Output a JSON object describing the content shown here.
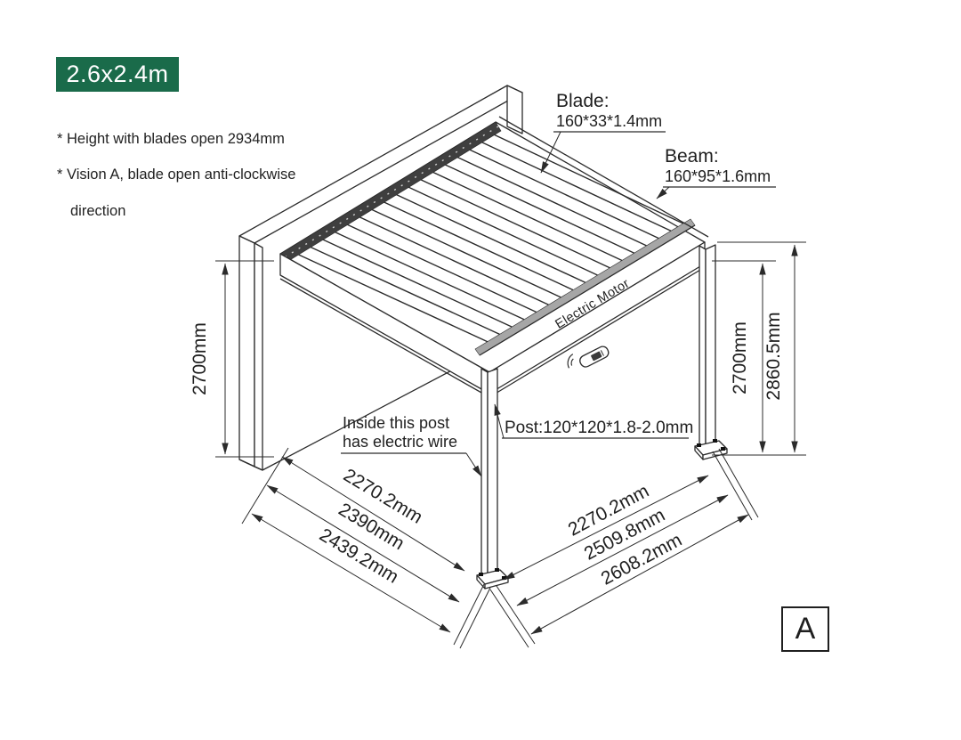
{
  "badge": {
    "label": "2.6x2.4m",
    "bg_color": "#1a6b4a",
    "text_color": "#ffffff"
  },
  "notes": {
    "line1": "* Height with blades open 2934mm",
    "line2": "* Vision A, blade open anti-clockwise",
    "line3": "direction"
  },
  "callouts": {
    "blade": {
      "title": "Blade:",
      "spec": "160*33*1.4mm"
    },
    "beam": {
      "title": "Beam:",
      "spec": "160*95*1.6mm"
    },
    "post": {
      "label": "Post:120*120*1.8-2.0mm"
    },
    "wire": {
      "line1": "Inside this post",
      "line2": "has electric wire"
    },
    "motor": {
      "label": "Electric Motor"
    }
  },
  "dimensions": {
    "left_height": "2700mm",
    "right_inner_height": "2700mm",
    "right_outer_height": "2860.5mm",
    "left_depth_inner": "2270.2mm",
    "left_depth_mid": "2390mm",
    "left_depth_outer": "2439.2mm",
    "right_width_inner": "2270.2mm",
    "right_width_mid": "2509.8mm",
    "right_width_outer": "2608.2mm"
  },
  "view_marker": {
    "label": "A"
  },
  "colors": {
    "line": "#2b2b2b",
    "louver_strip": "#3f3f3f",
    "gutter_strip": "#a6a6a6"
  }
}
